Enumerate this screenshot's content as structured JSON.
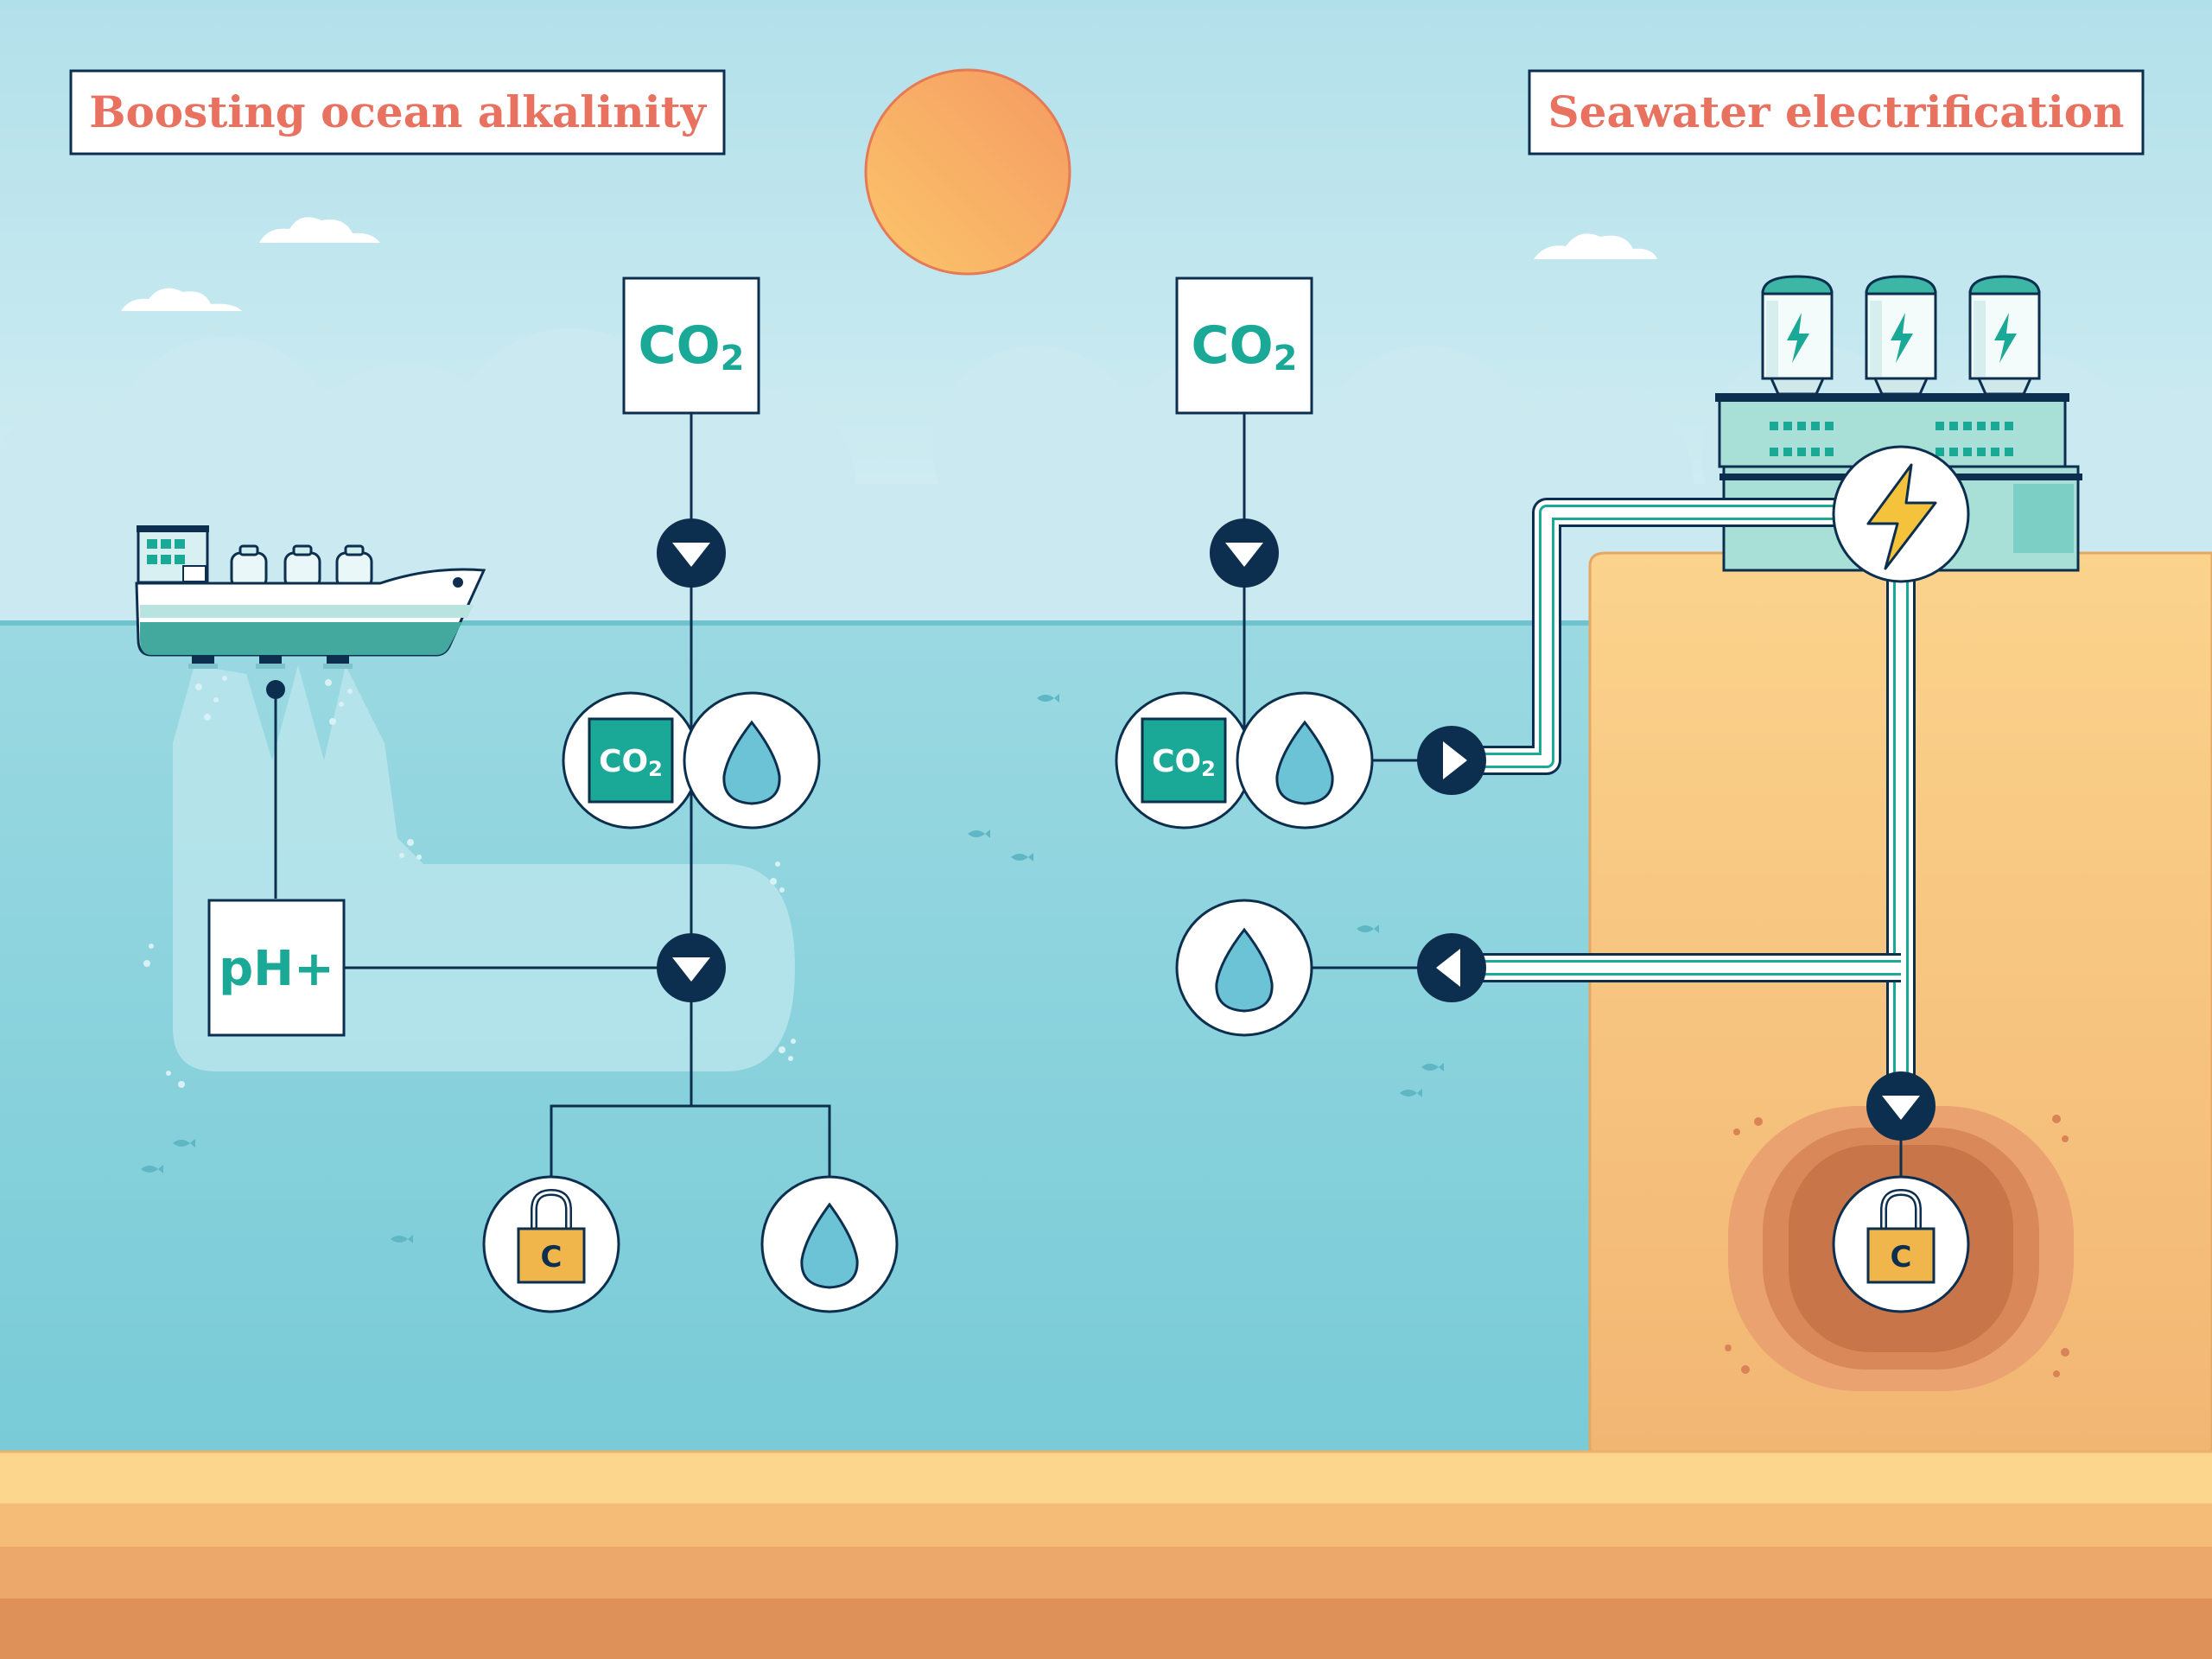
{
  "titles": {
    "left": "Boosting ocean alkalinity",
    "right": "Seawater electrification"
  },
  "labels": {
    "co2_main": "CO",
    "co2_subscript": "2",
    "ph": "pH+",
    "carbon": "C"
  },
  "colors": {
    "sky": "#bfe6ee",
    "sea": "#8fd3de",
    "sand": "#f7c97c",
    "teal": "#1aa897",
    "navy": "#0d2f4f",
    "title_text": "#e8715f",
    "sun": "#f7a55f",
    "lock": "#f0b64c",
    "bolt": "#f5c33b",
    "burial": "#c8754a"
  }
}
